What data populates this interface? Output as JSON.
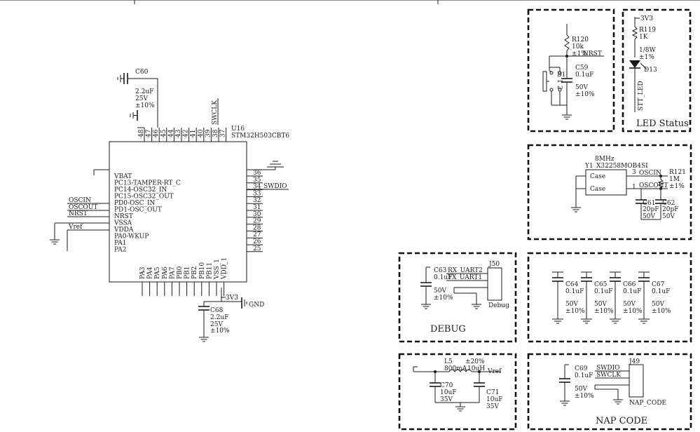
{
  "mcu": {
    "ref": "U16",
    "part": "STM32H503CBT6",
    "left_pins": [
      "VBAT",
      "PC13-TAMPER-RT_C",
      "PC14-OSC32_IN",
      "PC15-OSC32_OUT",
      "PD0-OSC_IN",
      "PD1-OSC_OUT",
      "NRST",
      "VSSA",
      "VDDA",
      "PA0-WKUP",
      "PA1",
      "PA2"
    ],
    "right_pins": [
      "36",
      "35",
      "34",
      "33",
      "32",
      "31",
      "30",
      "29",
      "28",
      "27",
      "26",
      "25"
    ],
    "top_pins": [
      "48",
      "47",
      "46",
      "45",
      "44",
      "43",
      "42",
      "41",
      "40",
      "39",
      "38",
      "37"
    ],
    "bottom_pins": [
      "PA3",
      "PA4",
      "PA5",
      "PA6",
      "PA7",
      "PB0",
      "PB1",
      "PB2",
      "PB10",
      "PB11",
      "VSS_1",
      "VDD_1"
    ],
    "net_swclk": "SWCLK",
    "net_swdio": "SWDIO",
    "net_oscin": "OSCIN",
    "net_oscout": "OSCOUT",
    "net_nrst": "NRST",
    "net_vref": "Vref",
    "net_3v3": "3V3",
    "net_gnd": "GND"
  },
  "c60": {
    "ref": "C60",
    "value": "2.2uF",
    "voltage": "25V",
    "tol": "±10%"
  },
  "c68": {
    "ref": "C68",
    "value": "2.2uF",
    "voltage": "25V",
    "tol": "±10%"
  },
  "reset": {
    "r120": {
      "ref": "R120",
      "value": "10k",
      "tol": "±1%"
    },
    "net": "NRST",
    "b1": "B1",
    "pin1": "1",
    "pin2": "2",
    "c59": {
      "ref": "C59",
      "value": "0.1uF",
      "voltage": "50V",
      "tol": "±10%"
    }
  },
  "led": {
    "title": "LED Status",
    "net": "3V3",
    "r119": {
      "ref": "R119",
      "value": "1K"
    },
    "power": "1/8W",
    "tol": "±1%",
    "d13": "D13",
    "signal": "STT_LED"
  },
  "osc": {
    "freq": "8MHz",
    "ref": "Y1",
    "part": "X32258MOB4SI",
    "case1": "Case",
    "case2": "Case",
    "pin3": "3",
    "pin1": "1",
    "oscin": "OSCIN",
    "oscout": "OSCOUT",
    "r121": {
      "ref": "R121",
      "value": "1M",
      "tol": "±1%"
    },
    "c61": {
      "ref": "C61",
      "value": "20pF",
      "voltage": "50V"
    },
    "c62": {
      "ref": "C62",
      "value": "20pF",
      "voltage": "50V"
    }
  },
  "debug": {
    "title": "DEBUG",
    "c63": {
      "ref": "C63",
      "value": "0.1uF",
      "voltage": "50V",
      "tol": "±10%"
    },
    "rx": "RX_UART2",
    "tx": "TX_UART1",
    "j50": "J50",
    "conn": "Debug"
  },
  "decoupling": [
    {
      "ref": "C64",
      "value": "0.1uF",
      "voltage": "50V",
      "tol": "±10%"
    },
    {
      "ref": "C65",
      "value": "0.1uF",
      "voltage": "50V",
      "tol": "±10%"
    },
    {
      "ref": "C66",
      "value": "0.1uF",
      "voltage": "50V",
      "tol": "±10%"
    },
    {
      "ref": "C67",
      "value": "0.1uF",
      "voltage": "50V",
      "tol": "±10%"
    }
  ],
  "filter": {
    "l5": {
      "ref": "L5",
      "tol": "±20%",
      "current": "800mA",
      "value": "10uH"
    },
    "out": "Vref",
    "c70": {
      "ref": "C70",
      "value": "10uF",
      "voltage": "35V"
    },
    "c71": {
      "ref": "C71",
      "value": "10uF",
      "voltage": "35V"
    }
  },
  "nap": {
    "title": "NAP CODE",
    "c69": {
      "ref": "C69",
      "value": "0.1uF",
      "voltage": "50V",
      "tol": "±10%"
    },
    "swdio": "SWDIO",
    "swclk": "SWCLK",
    "j49": "J49",
    "conn": "NAP_CODE"
  }
}
